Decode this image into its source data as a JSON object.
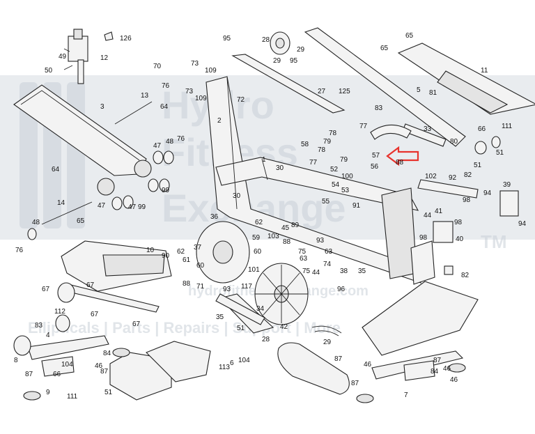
{
  "watermark": {
    "band_color": "#d7dce2",
    "letter_color": "#c3cad3",
    "line1": "Hydro",
    "line2": "Fitness",
    "line3": "Exchange",
    "trademark": "TM",
    "url_fragment": "hydrofitnessexchange.com",
    "tagline": "Ellipticals | Parts | Repairs | Support | More"
  },
  "highlight": {
    "color": "#e8322c",
    "target_callout": "57"
  },
  "callouts": [
    "126",
    "12",
    "49",
    "50",
    "3",
    "13",
    "76",
    "64",
    "47",
    "48",
    "76",
    "99",
    "14",
    "48",
    "76",
    "64",
    "47",
    "99",
    "47",
    "95",
    "28",
    "29",
    "29",
    "95",
    "70",
    "73",
    "109",
    "73",
    "109",
    "72",
    "2",
    "27",
    "125",
    "1",
    "30",
    "30",
    "5",
    "83",
    "81",
    "65",
    "65",
    "11",
    "77",
    "33",
    "80",
    "66",
    "51",
    "111",
    "51",
    "88",
    "58",
    "78",
    "78",
    "77",
    "79",
    "52",
    "79",
    "100",
    "57",
    "56",
    "53",
    "54",
    "55",
    "91",
    "102",
    "92",
    "82",
    "94",
    "39",
    "44",
    "41",
    "98",
    "40",
    "94",
    "98",
    "98",
    "10",
    "65",
    "90",
    "62",
    "61",
    "88",
    "71",
    "36",
    "37",
    "60",
    "59",
    "60",
    "62",
    "103",
    "45",
    "88",
    "89",
    "93",
    "63",
    "63",
    "75",
    "75",
    "74",
    "44",
    "38",
    "35",
    "101",
    "93",
    "117",
    "96",
    "82",
    "34",
    "35",
    "51",
    "42",
    "28",
    "29",
    "67",
    "112",
    "67",
    "83",
    "4",
    "67",
    "67",
    "8",
    "104",
    "87",
    "46",
    "87",
    "84",
    "9",
    "111",
    "66",
    "51",
    "113",
    "6",
    "104",
    "87",
    "46",
    "87",
    "84",
    "46",
    "7",
    "46",
    "87"
  ]
}
